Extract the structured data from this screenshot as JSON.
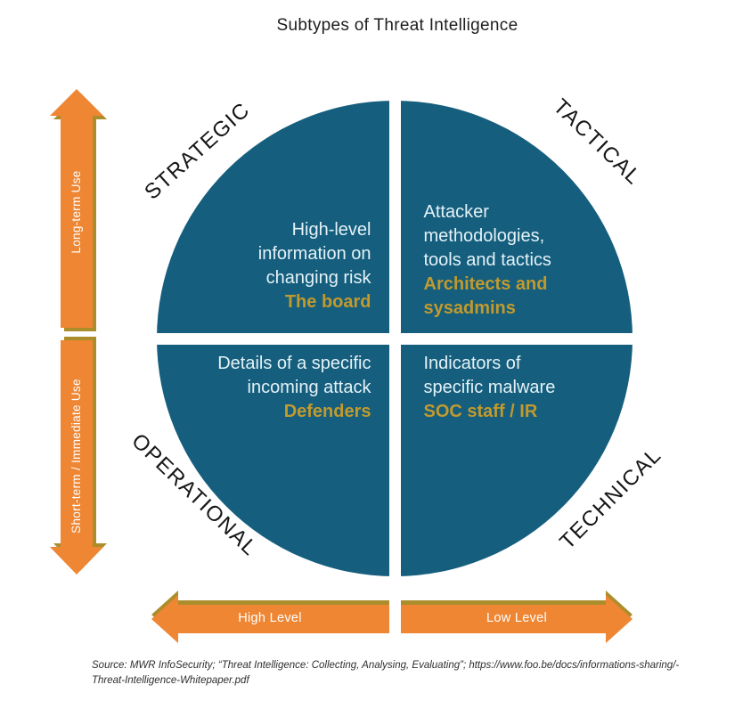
{
  "title": "Subtypes of Threat Intelligence",
  "colors": {
    "quadrant_teal": "#155E7D",
    "arrow_orange": "#EE8634",
    "arrow_shadow_olive": "#AC8D2B",
    "audience_gold": "#C19A2E",
    "body_text": "#E4F2F7",
    "label_black": "#161616"
  },
  "quadrants": {
    "strategic": {
      "label": "STRATEGIC",
      "text": "High-level\ninformation on\nchanging risk",
      "audience": "The board"
    },
    "tactical": {
      "label": "TACTICAL",
      "text": "Attacker\nmethodologies,\ntools and tactics",
      "audience": "Architects and\nsysadmins"
    },
    "operational": {
      "label": "OPERATIONAL",
      "text": "Details of a specific\nincoming attack",
      "audience": "Defenders"
    },
    "technical": {
      "label": "TECHNICAL",
      "text": "Indicators of\nspecific malware",
      "audience": "SOC staff / IR"
    }
  },
  "axes": {
    "vertical": {
      "top_label": "Long-term Use",
      "bottom_label": "Short-term / Immediate Use"
    },
    "horizontal": {
      "left_label": "High Level",
      "right_label": "Low Level"
    }
  },
  "source": "Source: MWR InfoSecurity; “Threat Intelligence: Collecting, Analysing, Evaluating”; https://www.foo.be/docs/informations-sharing/-\nThreat-Intelligence-Whitepaper.pdf"
}
